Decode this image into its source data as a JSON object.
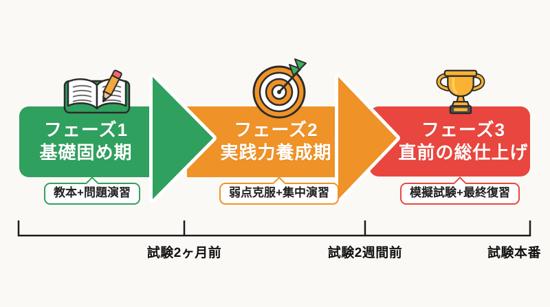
{
  "background": "#faf9f5",
  "phases": [
    {
      "title_line1": "フェーズ1",
      "title_line2": "基礎固め期",
      "method_label": "教本+問題演習",
      "color": "#2fa05e",
      "icon": "open-book-pencil-icon"
    },
    {
      "title_line1": "フェーズ2",
      "title_line2": "実践力養成期",
      "method_label": "弱点克服+集中演習",
      "color": "#ef9227",
      "icon": "dartboard-arrow-icon"
    },
    {
      "title_line1": "フェーズ3",
      "title_line2": "直前の総仕上げ",
      "method_label": "模擬試験+最終復習",
      "color": "#e8463e",
      "icon": "trophy-icon"
    }
  ],
  "timeline": {
    "labels": [
      "試験2ヶ月前",
      "試験2週間前",
      "試験本番"
    ],
    "line_color": "#1b1b1b"
  },
  "text_colors": {
    "phase_title": "#ffffff",
    "bubble_text": "#1f1f1f",
    "timeline_text": "#111111"
  }
}
